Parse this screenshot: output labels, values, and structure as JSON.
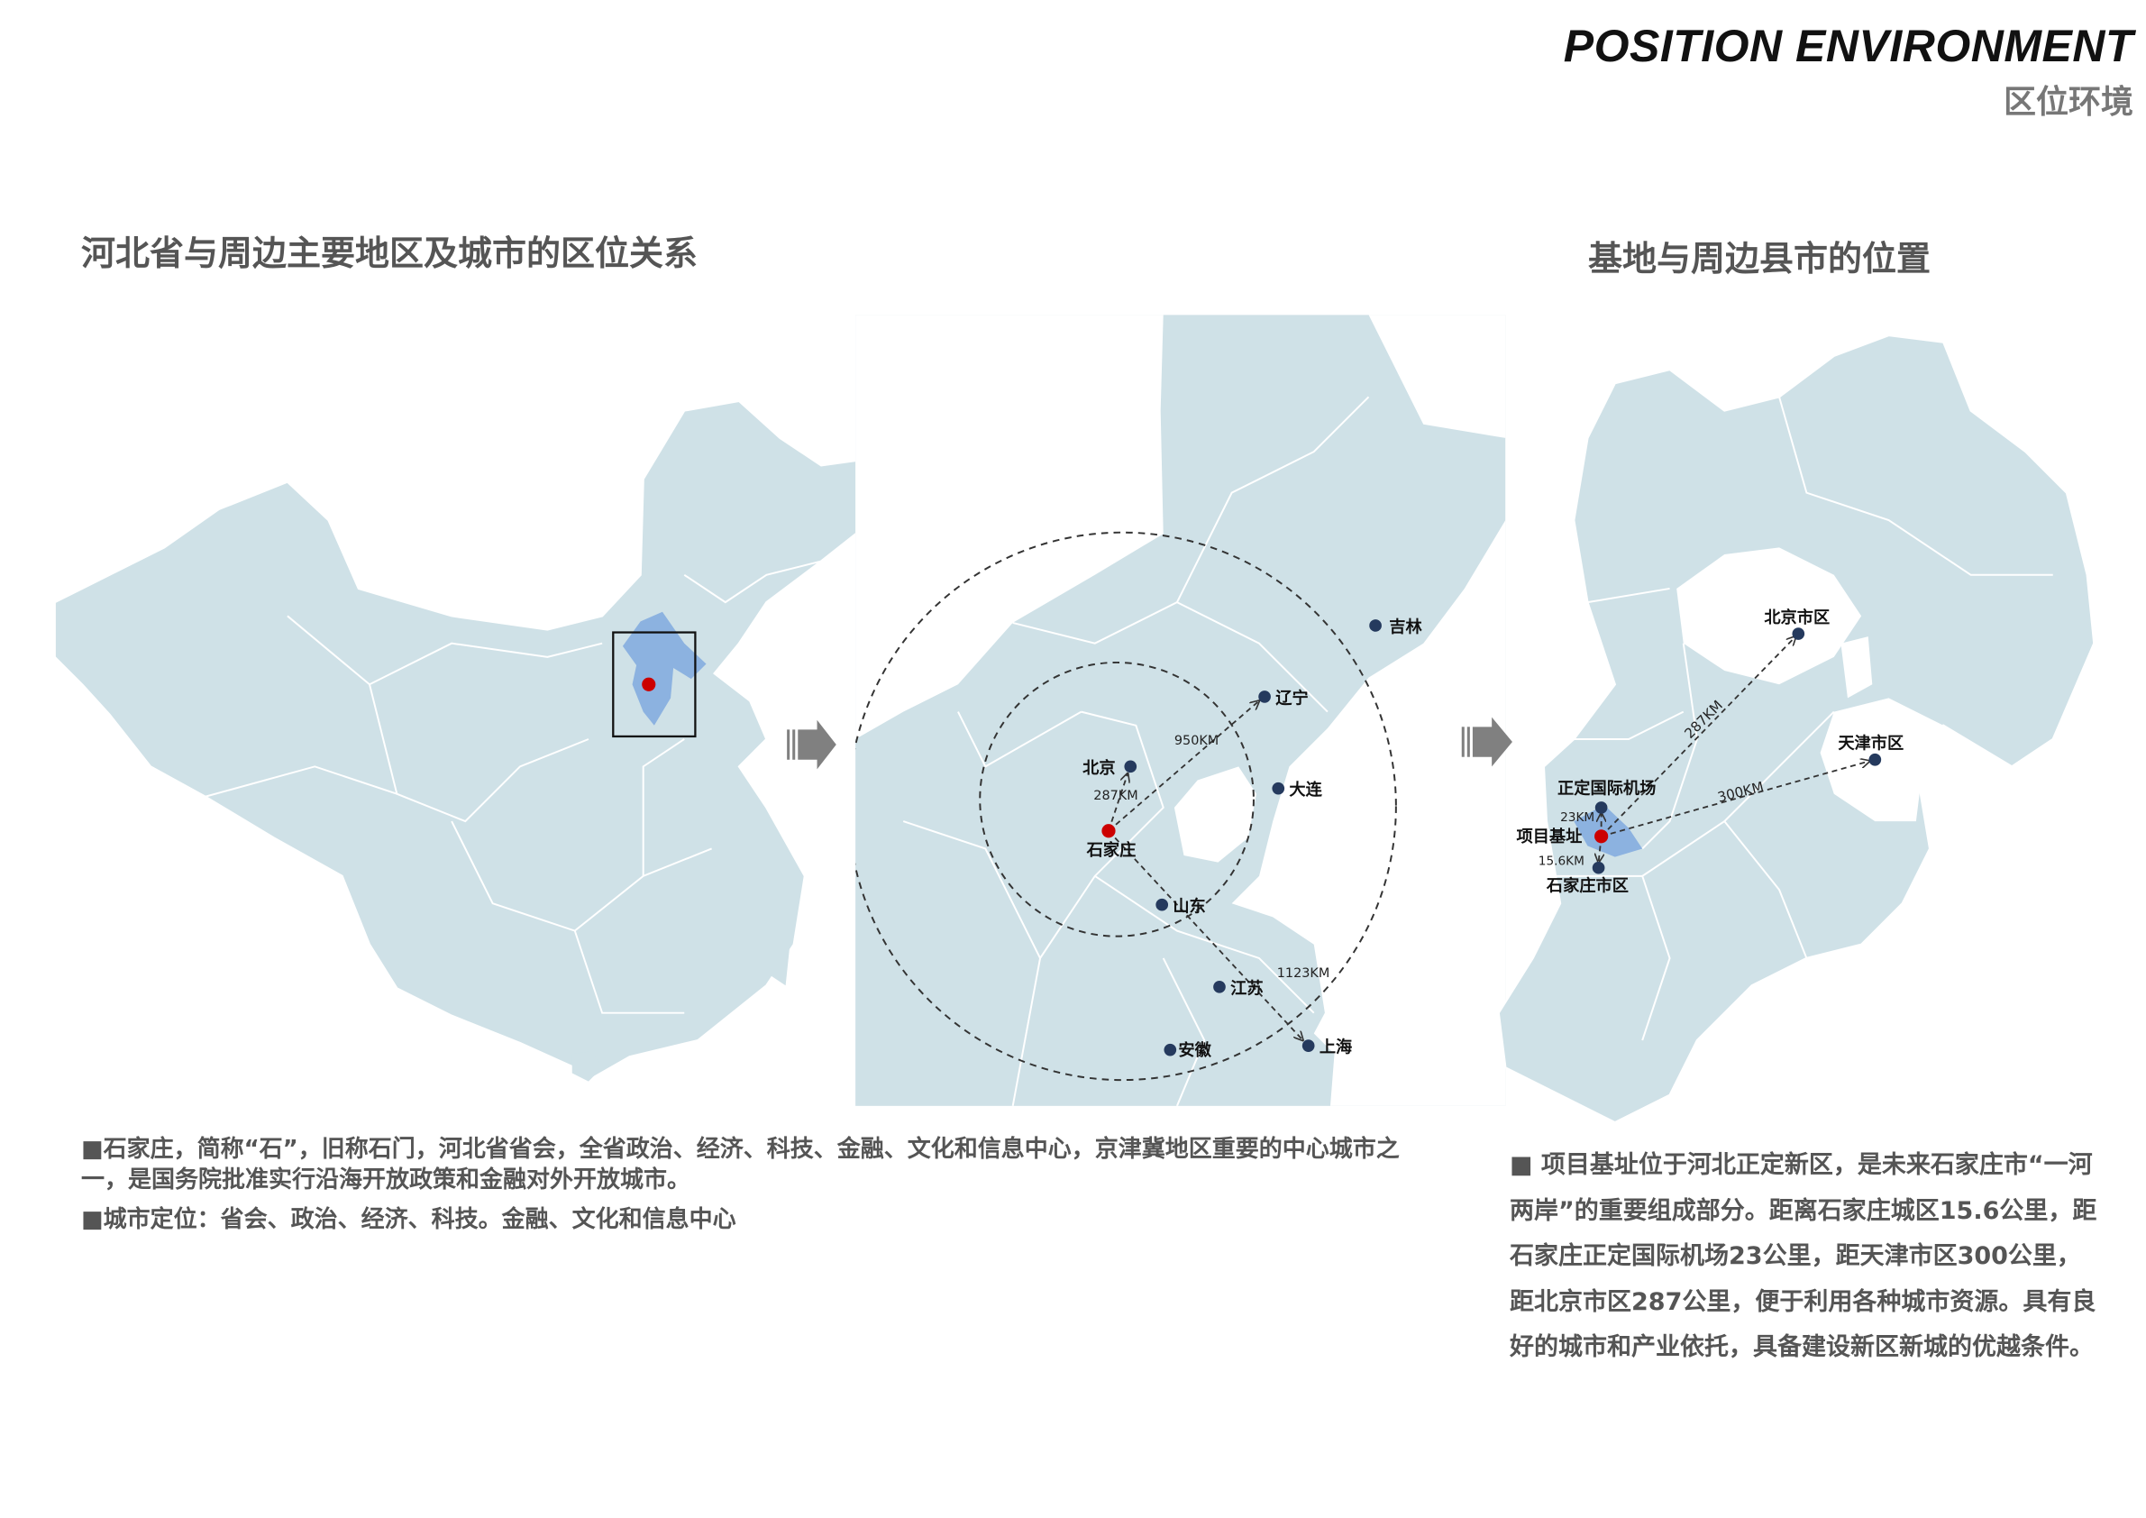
{
  "header": {
    "title_en": "POSITION ENVIRONMENT",
    "title_cn": "区位环境"
  },
  "left_section": {
    "title": "河北省与周边主要地区及城市的区位关系",
    "paragraphs": [
      "■石家庄，简称“石”，旧称石门，河北省省会，全省政治、经济、科技、金融、文化和信息中心，京津冀地区重要的中心城市之一，是国务院批准实行沿海开放政策和金融对外开放城市。",
      "■城市定位：省会、政治、经济、科技。金融、文化和信息中心"
    ]
  },
  "middle_map": {
    "cities": [
      "吉林",
      "辽宁",
      "北京",
      "大连",
      "石家庄",
      "山东",
      "江苏",
      "安徽",
      "上海"
    ],
    "distances": [
      "950KM",
      "287KM",
      "1123KM"
    ]
  },
  "right_section": {
    "title": "基地与周边县市的位置",
    "cities": [
      "北京市区",
      "天津市区",
      "正定国际机场",
      "项目基址",
      "石家庄市区"
    ],
    "distances": [
      "287KM",
      "300KM",
      "23KM",
      "15.6KM"
    ],
    "paragraph": "■  项目基址位于河北正定新区，是未来石家庄市“一河两岸”的重要组成部分。距离石家庄城区15.6公里，距石家庄正定国际机场23公里，距天津市区300公里，距北京市区287公里，便于利用各种城市资源。具有良好的城市和产业依托，具备建设新区新城的优越条件。"
  },
  "colors": {
    "land": "#cfe1e7",
    "highlight": "#8cb2e0",
    "site": "#cc0000",
    "city": "#253a5e",
    "arrow": "#808080"
  }
}
